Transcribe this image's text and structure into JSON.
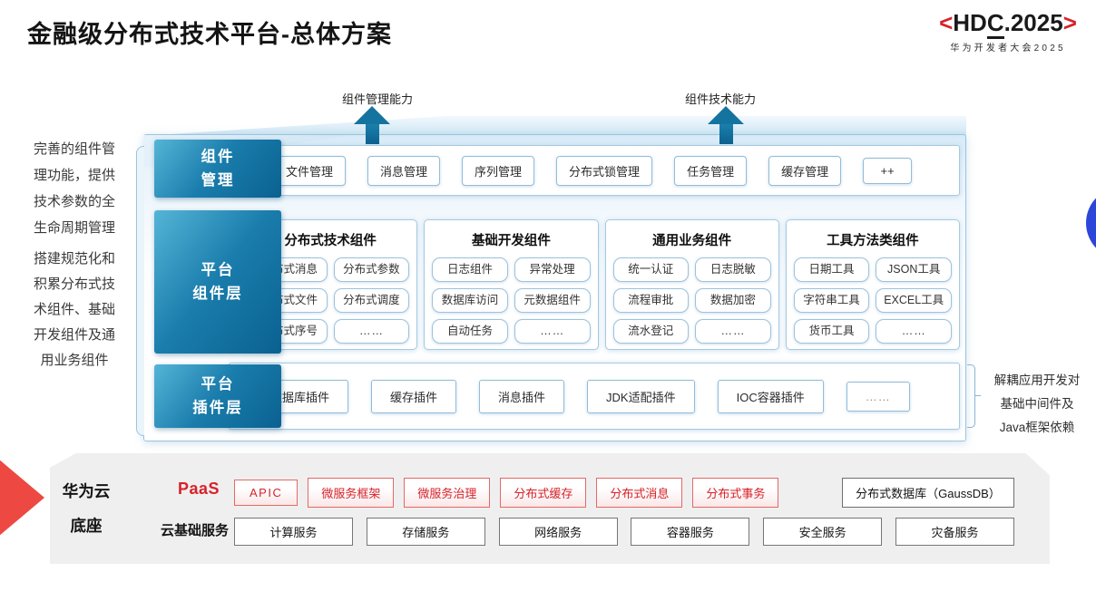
{
  "title": "金融级分布式技术平台-总体方案",
  "logo": {
    "bracket_left": "<",
    "hd": "HD",
    "c": "C",
    "rest": ".2025",
    "bracket_right": ">",
    "subtitle": "华为开发者大会2025"
  },
  "capabilities": {
    "left": "组件管理能力",
    "right": "组件技术能力"
  },
  "side_notes": {
    "note1_lines": [
      "完善的组件管",
      "理功能，提供",
      "技术参数的全",
      "生命周期管理"
    ],
    "note2_lines": [
      "搭建规范化和",
      "积累分布式技",
      "术组件、基础",
      "开发组件及通",
      "用业务组件"
    ],
    "right_note_lines": [
      "解耦应用开发对",
      "基础中间件及",
      "Java框架依赖"
    ]
  },
  "layers": {
    "management": {
      "label_line1": "组件",
      "label_line2": "管理",
      "chips": [
        "文件管理",
        "消息管理",
        "序列管理",
        "分布式锁管理",
        "任务管理",
        "缓存管理",
        "++"
      ]
    },
    "platform": {
      "label_line1": "平台",
      "label_line2": "组件层",
      "groups": [
        {
          "title": "分布式技术组件",
          "chips": [
            "分布式消息",
            "分布式参数",
            "分布式文件",
            "分布式调度",
            "分布式序号",
            "……"
          ]
        },
        {
          "title": "基础开发组件",
          "chips": [
            "日志组件",
            "异常处理",
            "数据库访问",
            "元数据组件",
            "自动任务",
            "……"
          ]
        },
        {
          "title": "通用业务组件",
          "chips": [
            "统一认证",
            "日志脱敏",
            "流程审批",
            "数据加密",
            "流水登记",
            "……"
          ]
        },
        {
          "title": "工具方法类组件",
          "chips": [
            "日期工具",
            "JSON工具",
            "字符串工具",
            "EXCEL工具",
            "货币工具",
            "……"
          ]
        }
      ]
    },
    "plugins": {
      "label_line1": "平台",
      "label_line2": "插件层",
      "chips": [
        "数据库插件",
        "缓存插件",
        "消息插件",
        "JDK适配插件",
        "IOC容器插件",
        "……"
      ]
    }
  },
  "foundation": {
    "label_line1": "华为云",
    "label_line2": "底座",
    "paas_label": "PaaS",
    "paas_chips": [
      "APIC",
      "微服务框架",
      "微服务治理",
      "分布式缓存",
      "分布式消息",
      "分布式事务"
    ],
    "paas_db_chip": "分布式数据库（GaussDB）",
    "cloud_label": "云基础服务",
    "cloud_chips": [
      "计算服务",
      "存储服务",
      "网络服务",
      "容器服务",
      "安全服务",
      "灾备服务"
    ]
  },
  "colors": {
    "accent_red": "#d7222a",
    "layer_teal": "#0a6191",
    "light_blue_border": "#9cc4dd",
    "arrow_blue": "#15749f",
    "circle_blue": "#2b46d8",
    "band_gray": "#efeff0"
  }
}
